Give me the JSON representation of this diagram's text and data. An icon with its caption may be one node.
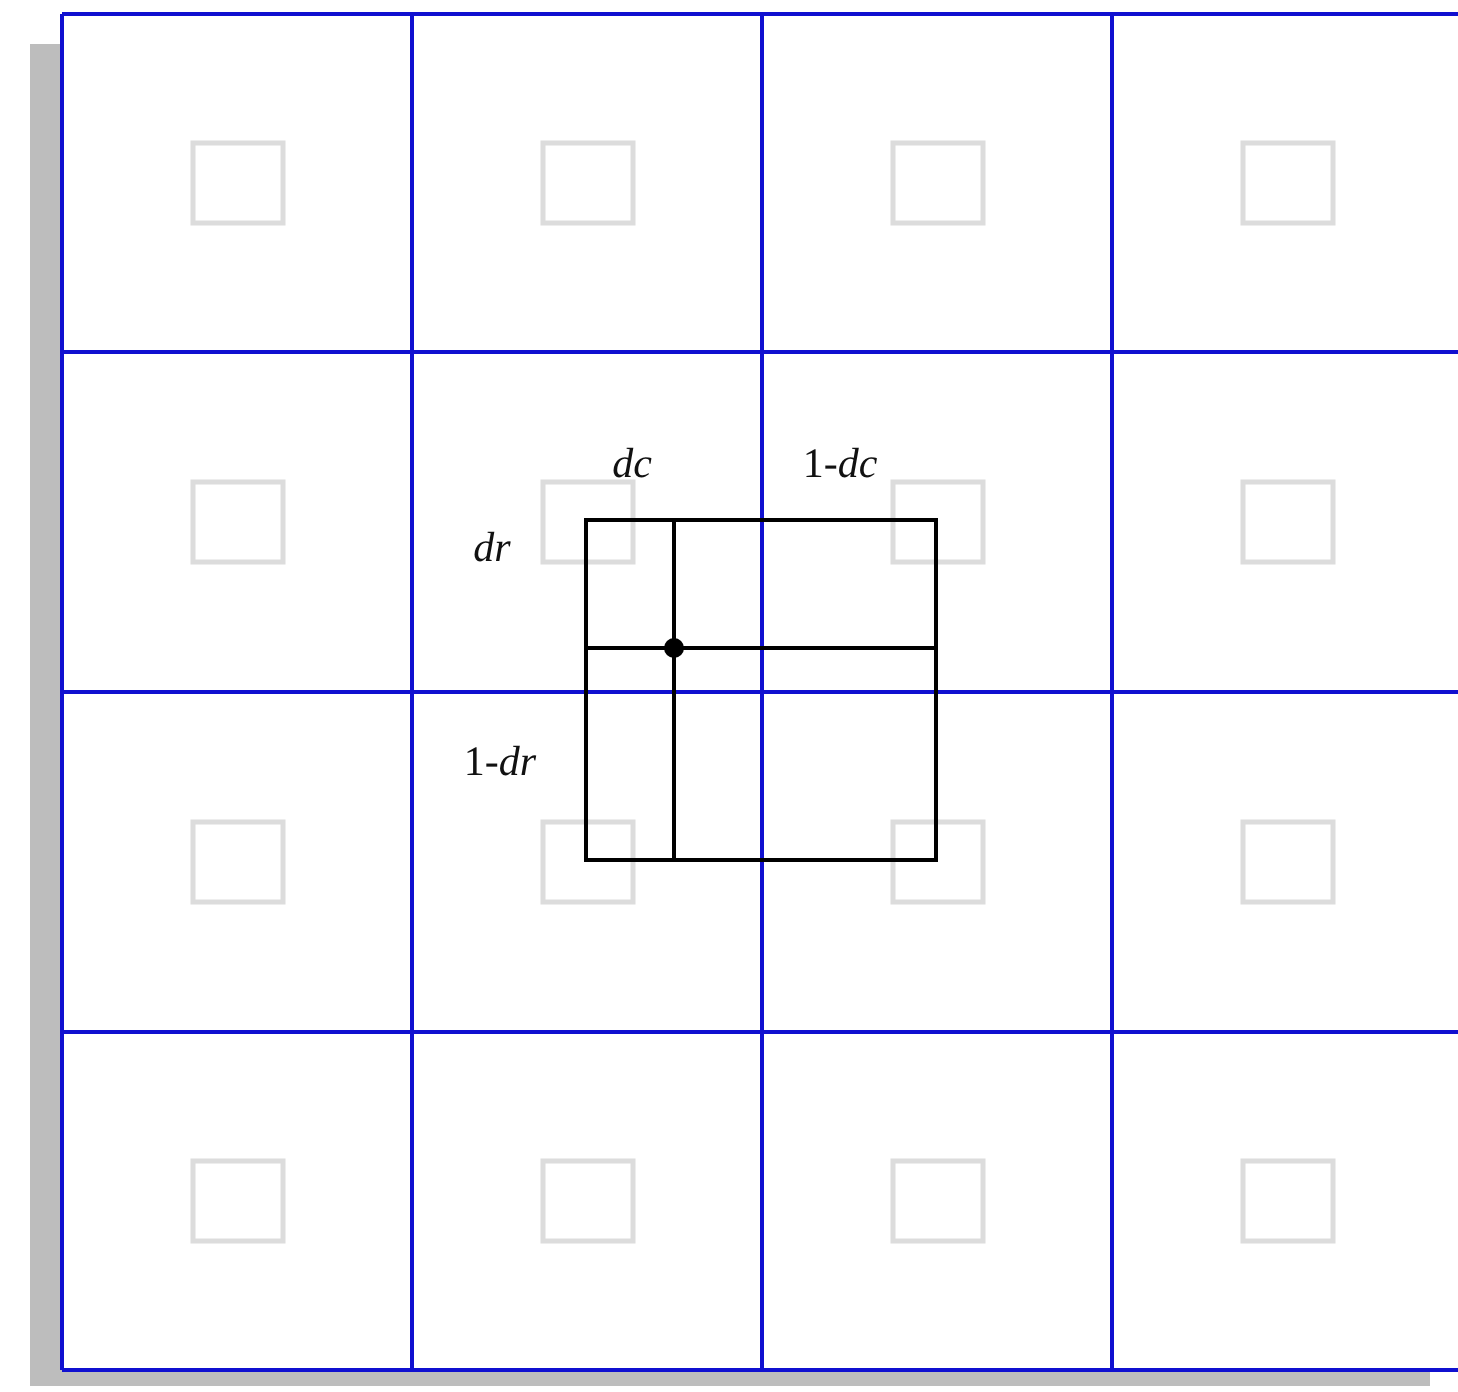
{
  "diagram": {
    "labels": [
      "*dc*",
      "1-*dc*",
      "*dr*",
      "1-*dr*"
    ]
  }
}
